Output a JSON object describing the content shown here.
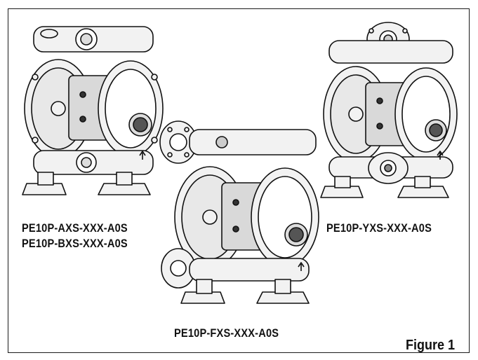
{
  "figure": {
    "caption": "Figure 1"
  },
  "pumps": [
    {
      "model_lines": [
        "PE10P-AXS-XXX-A0S",
        "PE10P-BXS-XXX-A0S"
      ],
      "ports": "threaded"
    },
    {
      "model_lines": [
        "PE10P-FXS-XXX-A0S"
      ],
      "ports": "flanged-end"
    },
    {
      "model_lines": [
        "PE10P-YXS-XXX-A0S"
      ],
      "ports": "flanged-top-bottom"
    }
  ]
}
